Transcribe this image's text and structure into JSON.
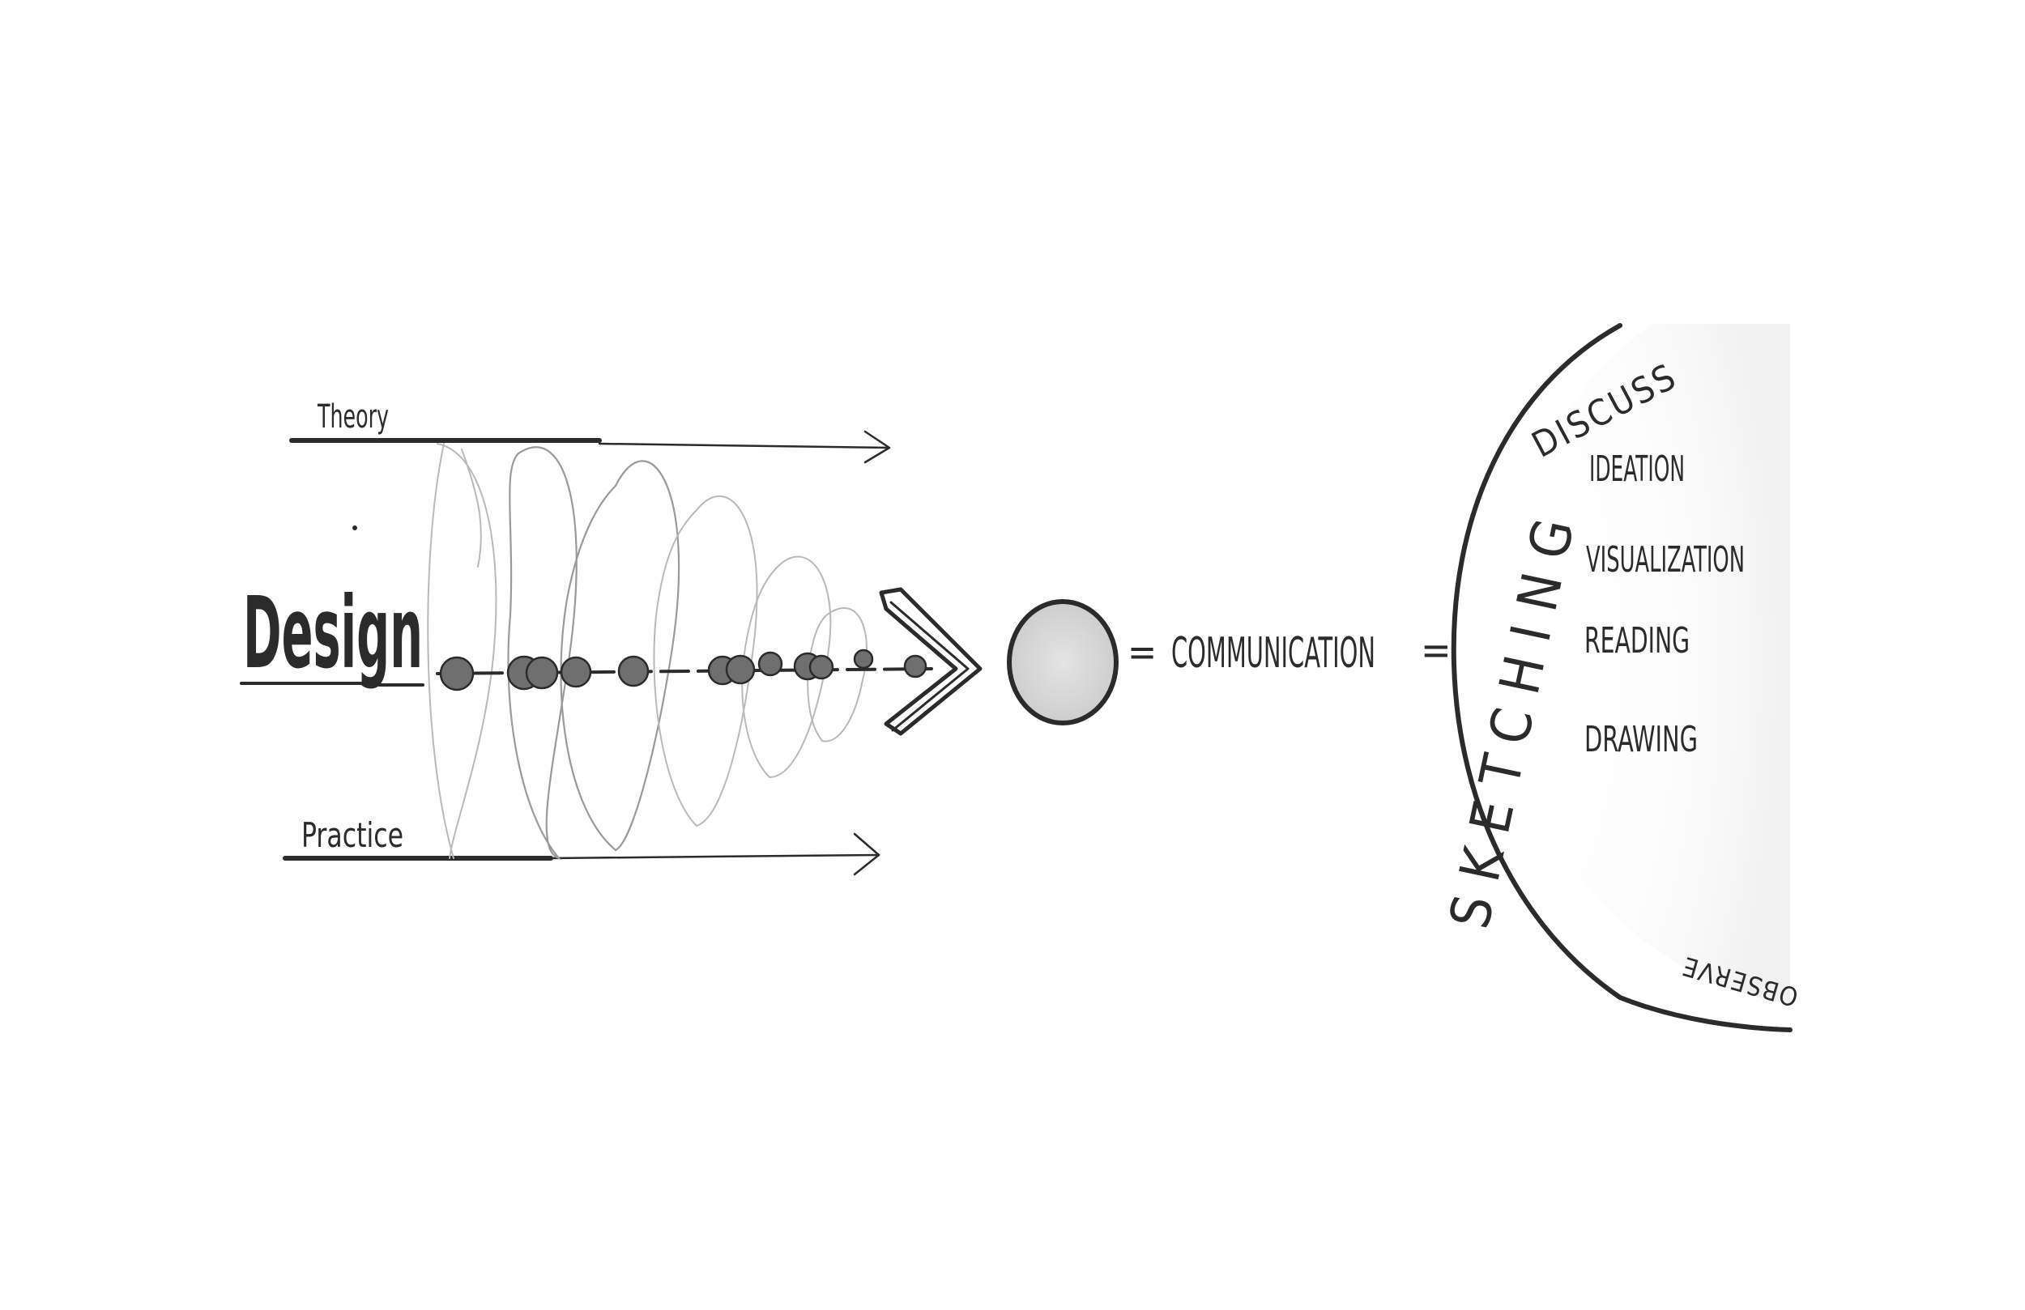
{
  "labels": {
    "theory": "Theory",
    "practice": "Practice",
    "design": "Design",
    "communication": "Communication",
    "equals": "=",
    "sketching": "SKETCHING",
    "discuss": "DISCUSS",
    "observe": "OBSERVE"
  },
  "sketching_items": [
    "IDEATION",
    "VISUALIZATION",
    "READING",
    "DRAWING"
  ],
  "colors": {
    "ink": "#2b2b2b",
    "pencil": "#9a9a9a",
    "bead_fill": "#6f6f6f",
    "circle_fill": "#d6d6d6"
  }
}
